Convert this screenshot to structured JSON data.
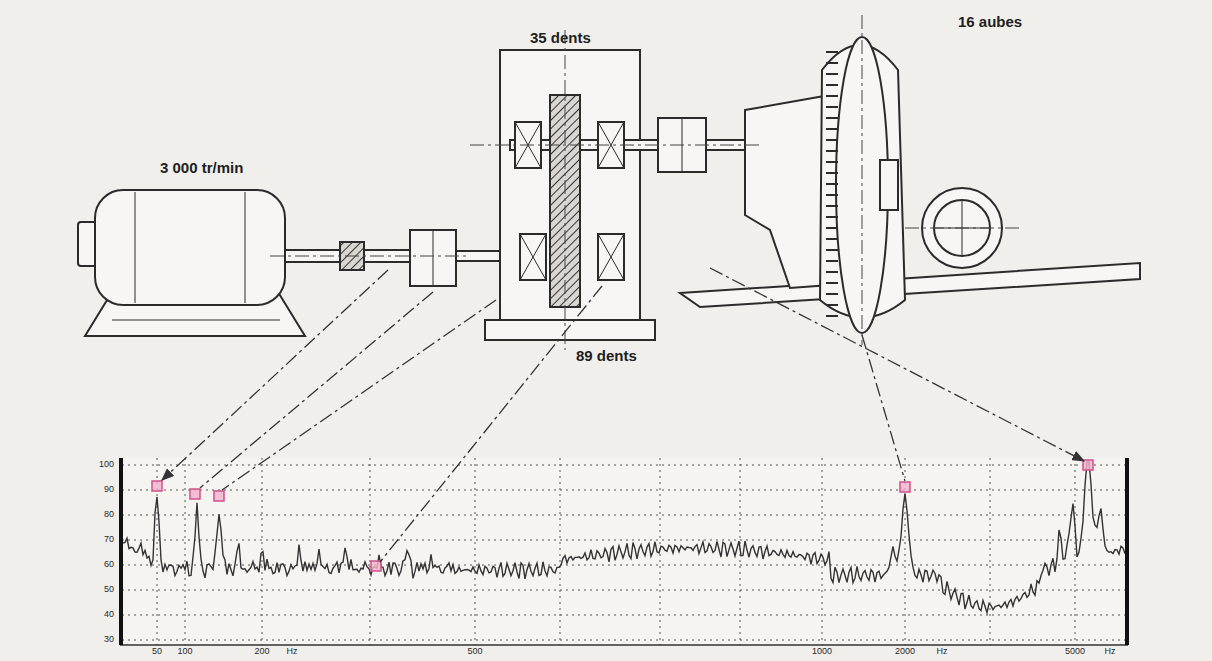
{
  "diagram": {
    "labels": [
      "3 000 tr/min",
      "35 dents",
      "16 aubes",
      "89 dents",
      "100",
      "90",
      "80",
      "70",
      "60",
      "50",
      "40",
      "30",
      "50",
      "100",
      "200",
      "Hz",
      "500",
      "1000",
      "2000",
      "Hz",
      "5000",
      "Hz"
    ]
  }
}
